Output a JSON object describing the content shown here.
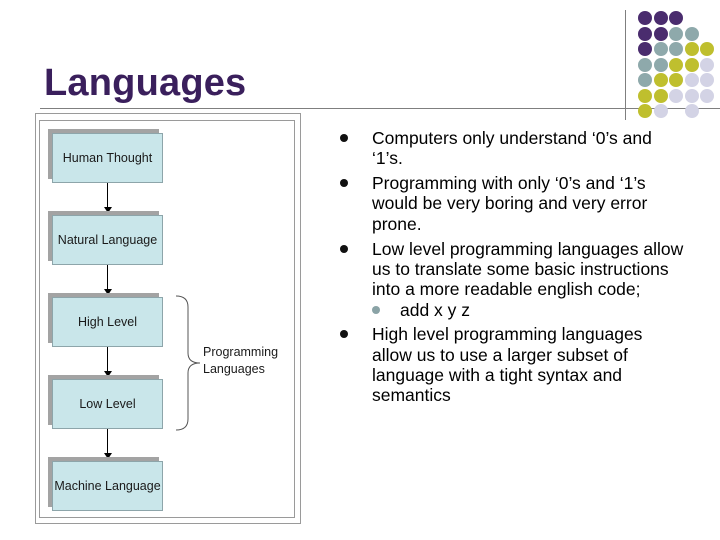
{
  "slide": {
    "title": "Languages",
    "accent_colors": {
      "purple": "#4a2c6e",
      "teal": "#8ea9ab",
      "olive": "#bfbf2e",
      "lavender": "#d3d3e5"
    }
  },
  "diagram": {
    "boxes": [
      "Human Thought",
      "Natural Language",
      "High Level",
      "Low Level",
      "Machine Language"
    ],
    "brace_label_line1": "Programming",
    "brace_label_line2": "Languages"
  },
  "bullets": [
    "Computers only understand ‘0’s and ‘1’s.",
    "Programming with only ‘0’s and ‘1’s would be very boring and very error prone.",
    "Low level programming languages allow us to translate some basic instructions into a more readable english code;",
    "High level programming languages allow us to use a larger subset of language with a tight syntax and semantics"
  ],
  "sub_bullets": [
    "add x y z"
  ]
}
